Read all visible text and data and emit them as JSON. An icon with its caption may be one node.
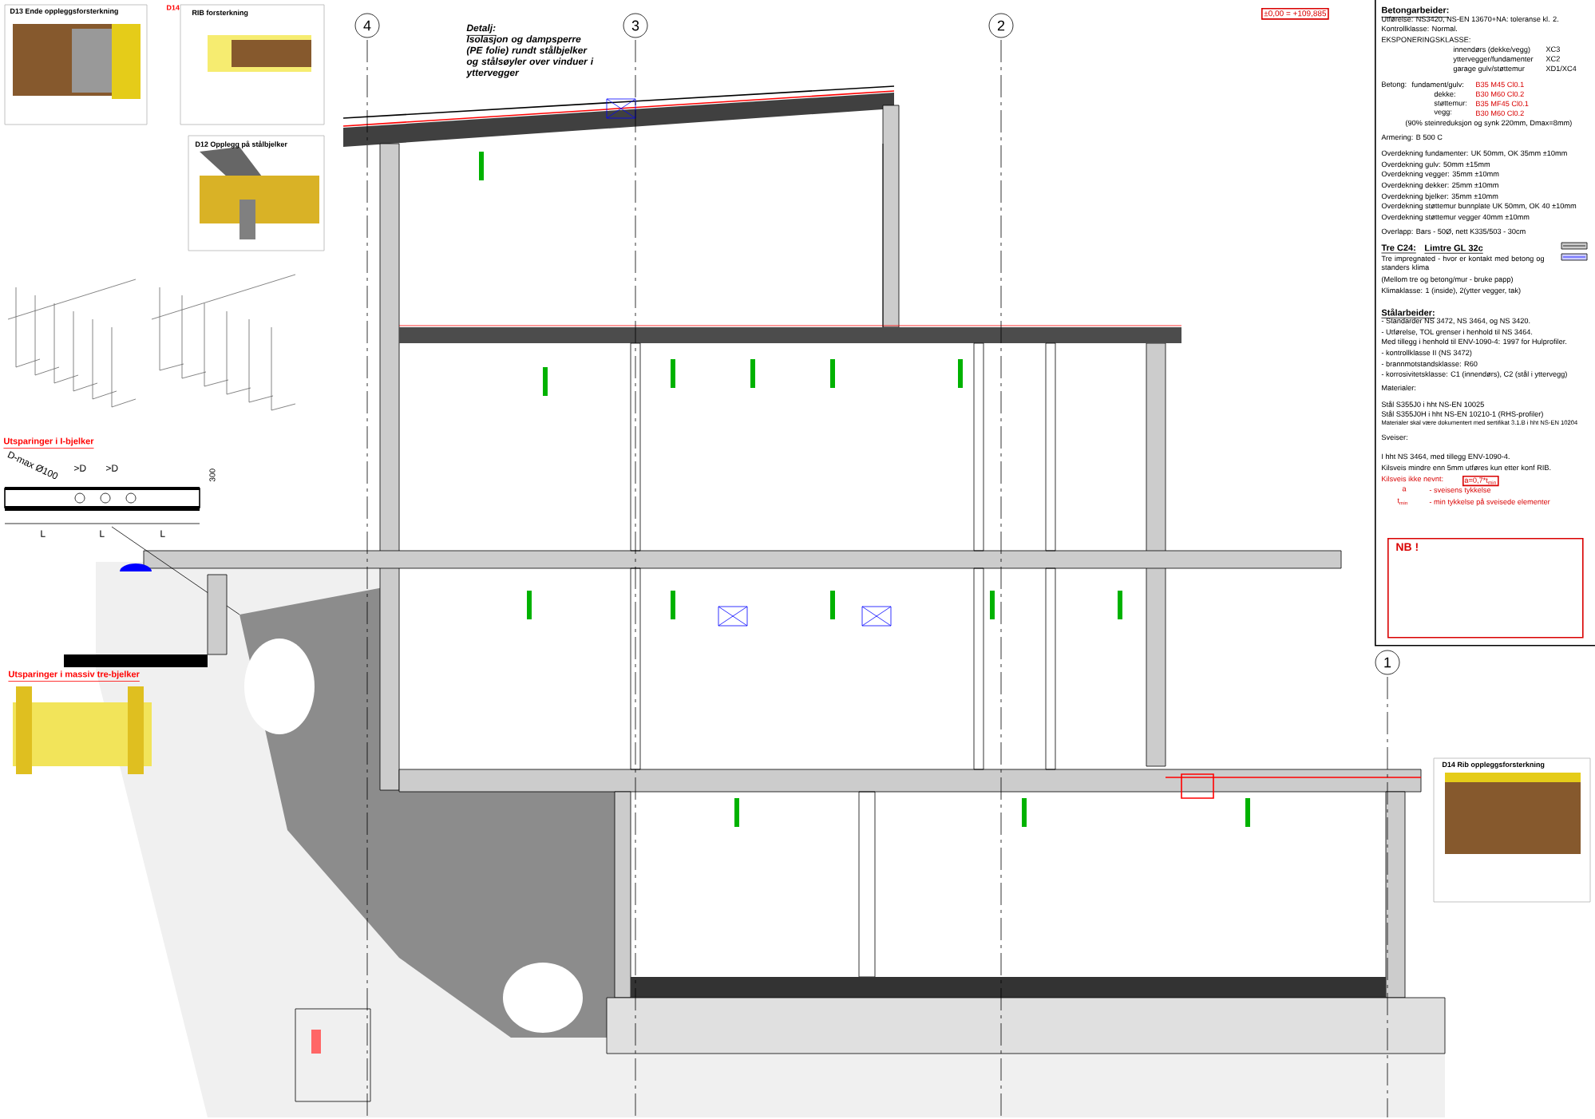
{
  "diagram": {
    "nodes": [
      {
        "text": [
          "4"
        ]
      },
      {
        "text": [
          "3"
        ]
      },
      {
        "text": [
          "2"
        ]
      },
      {
        "text": [
          "1"
        ]
      },
      {
        "text": [
          "Betongarbeider:",
          "Utførelse: NS3420, NS-EN 13670+NA:   toleranse kl. 2.",
          "Kontrollklasse: Normal.",
          "EKSPONERINGSKLASSE:",
          "innendørs (dekke/vegg)",
          "XC3",
          "yttervegger/fundamenter",
          "XC2",
          "garage gulv/støttemur",
          "XD1/XC4",
          "Betong:",
          "fundament/gulv:",
          "B35  M45  Cl0.1",
          "dekke:",
          "B30  M60  Cl0.2",
          "støttemur:",
          "B35 MF45 Cl0.1",
          "vegg:",
          "B30 M60 Cl0.2",
          "(90% steinreduksjon og synk 220mm, Dmax=8mm)",
          "Armering: B 500 C",
          "Overdekning fundamenter: UK 50mm, OK 35mm  ±10mm",
          "Overdekning gulv:     50mm    ±15mm",
          "Overdekning vegger:  35mm    ±10mm",
          "Overdekning dekker:  25mm    ±10mm",
          "Overdekning bjelker:  35mm     ±10mm",
          "Overdekning støttemur bunnplate UK 50mm, OK 40 ±10mm",
          "Overdekning støttemur vegger 40mm    ±10mm",
          "Overlapp: Bars - 50Ø,  nett K335/503 - 30cm",
          "Tre C24:",
          "Limtre GL 32c",
          "Tre impregnated - hvor er kontakt med betong og standers klima",
          "(Mellom tre og betong/mur - bruke papp)",
          "Klimaklasse: 1 (inside), 2(ytter vegger, tak)",
          "Stålarbeider:",
          "- Standarder NS 3472, NS 3464, og NS 3420.",
          "- Utførelse, TOL grenser i henhold til NS 3464.",
          "Med tillegg i henhold til ENV-1090-4: 1997 for Hulprofiler.",
          "- kontrollklasse II (NS 3472)",
          "- brannmotstandsklasse: R60",
          "- korrosivitetsklasse: C1 (innendørs),   C2 (stål i yttervegg)",
          "Materialer:",
          "Stål S355J0 i hht NS-EN 10025",
          "Stål S355J0H i hht NS-EN 10210-1 (RHS-profiler)",
          "Materialer skal være dokumentert med sertifikat 3.1.B i hht NS-EN 10204",
          "Sveiser:",
          "I hht NS 3464, med tillegg ENV-1090-4.",
          "Kilsveis mindre enn 5mm utføres kun etter konf RIB.",
          "Kilsveis ikke nevnt:",
          "a=0,7*t$_{min}$",
          "a",
          "- sveisens tykkelse",
          "t$_{min}$",
          "- min tykkelse på sveisede elementer"
        ]
      },
      {
        "text": [
          "NB !"
        ],
        "in": 4
      }
    ],
    "labels": [
      "±0,00 = +109,885",
      "Detalj:",
      "Isolasjon og dampsperre (PE folie) rundt stålbjelker og stålsøyler over vinduer i yttervegger",
      "D13 Ende oppleggsforsterkning",
      "D14",
      "RIB forsterkning",
      "D12 Opplegg på stålbjelker",
      "D14 Rib oppleggsforsterkning",
      "Utsparinger i I-bjelker",
      "D-max Ø100",
      ">D",
      ">D",
      "300",
      "L",
      "L",
      "L",
      "Utsparinger i massiv tre-bjelker"
    ]
  }
}
